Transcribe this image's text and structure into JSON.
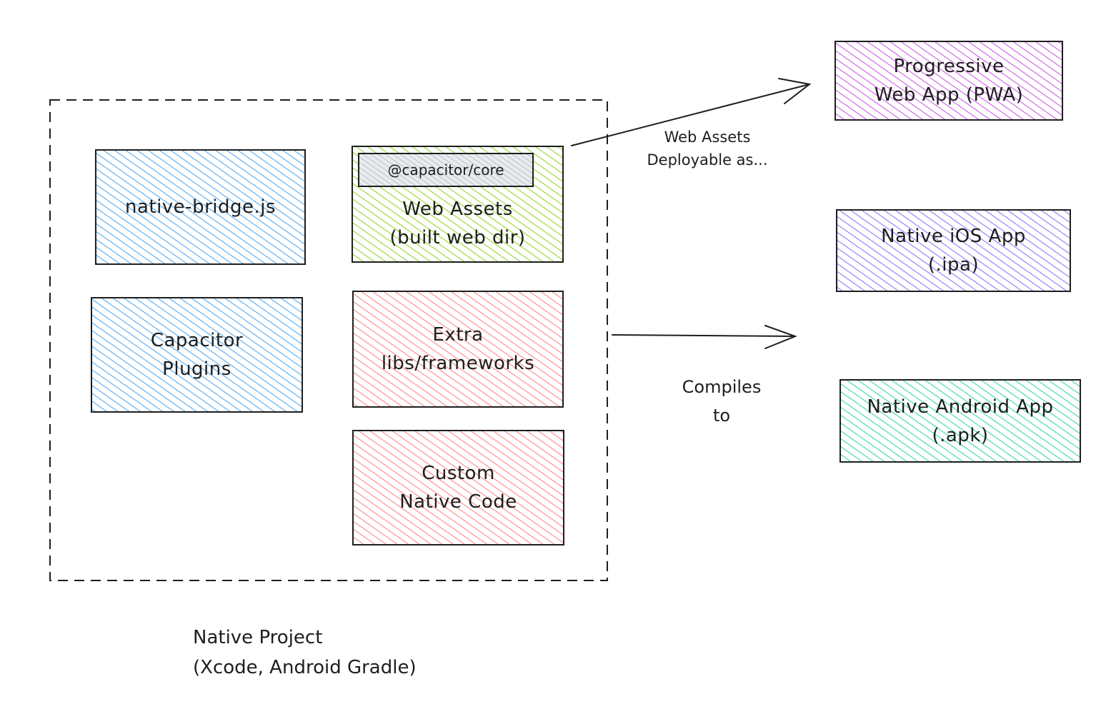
{
  "colors": {
    "blue_fill": "#a5d8ff",
    "blue_stroke": "#4dabf7",
    "green_fill": "#d8f5a2",
    "green_stroke": "#94d82d",
    "red_fill": "#ffc9c9",
    "red_stroke": "#ff8787",
    "purple_fill": "#eebefa",
    "purple_stroke": "#cc5de8",
    "violet_fill": "#d0bfff",
    "violet_stroke": "#9775fa",
    "teal_fill": "#96f2d7",
    "teal_stroke": "#38d9a9",
    "gray_fill": "#ced4da",
    "ink": "#1e1e1e"
  },
  "native_project": {
    "caption_line1": "Native Project",
    "caption_line2": "(Xcode, Android Gradle)",
    "native_bridge": {
      "label": "native-bridge.js"
    },
    "capacitor_plugins": {
      "line1": "Capacitor",
      "line2": "Plugins"
    },
    "web_assets": {
      "tag": "@capacitor/core",
      "line1": "Web Assets",
      "line2": "(built web dir)"
    },
    "extra_libs": {
      "line1": "Extra",
      "line2": "libs/frameworks"
    },
    "custom_native": {
      "line1": "Custom",
      "line2": "Native Code"
    }
  },
  "edges": {
    "deploy_label_line1": "Web Assets",
    "deploy_label_line2": "Deployable as...",
    "compile_label_line1": "Compiles",
    "compile_label_line2": "to"
  },
  "targets": {
    "pwa": {
      "line1": "Progressive",
      "line2": "Web App (PWA)"
    },
    "ios": {
      "line1": "Native iOS App",
      "line2": "(.ipa)"
    },
    "android": {
      "line1": "Native Android App",
      "line2": "(.apk)"
    }
  }
}
